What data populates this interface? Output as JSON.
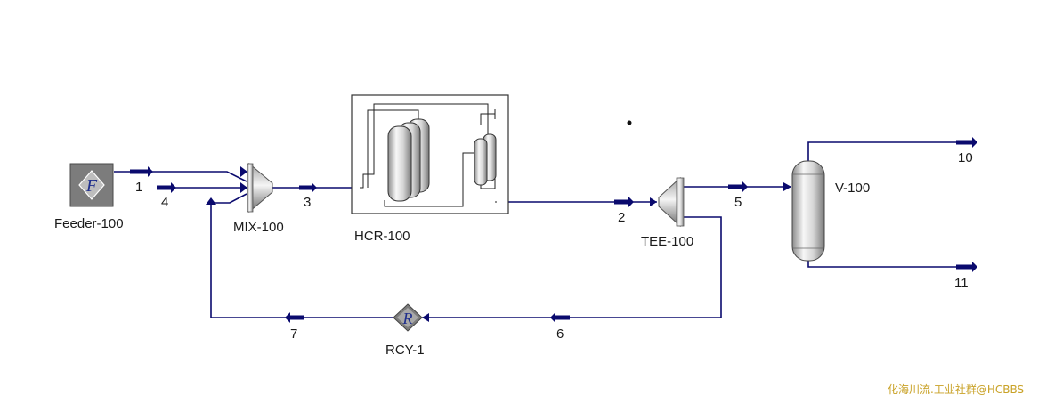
{
  "colors": {
    "stream": "#0a0a6e",
    "equipment_light": "#f2f2f2",
    "equipment_dark": "#8c8c8c",
    "feeder_box": "#7c7c7c",
    "letter": "#1f2f8c",
    "watermark": "#c9a227"
  },
  "units": {
    "feeder": {
      "label": "Feeder-100",
      "letter": "F"
    },
    "mixer": {
      "label": "MIX-100"
    },
    "reactor": {
      "label": "HCR-100"
    },
    "tee": {
      "label": "TEE-100"
    },
    "separator": {
      "label": "V-100"
    },
    "recycle": {
      "label": "RCY-1",
      "letter": "R"
    }
  },
  "streams": {
    "s1": "1",
    "s2": "2",
    "s3": "3",
    "s4": "4",
    "s5": "5",
    "s6": "6",
    "s7": "7",
    "s10": "10",
    "s11": "11"
  },
  "watermark": "化海川流.工业社群@HCBBS"
}
